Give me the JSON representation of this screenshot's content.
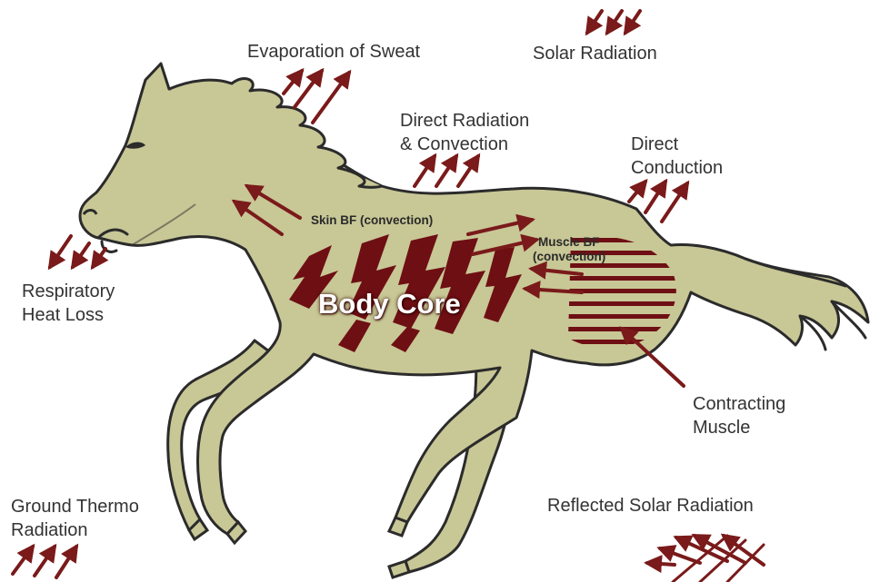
{
  "labels": {
    "evaporation": "Evaporation of Sweat",
    "solar": "Solar Radiation",
    "direct_radiation_1": "Direct Radiation",
    "direct_radiation_2": "& Convection",
    "direct_conduction_1": "Direct",
    "direct_conduction_2": "Conduction",
    "skin_bf": "Skin BF (convection)",
    "muscle_bf_1": "Muscle BF",
    "muscle_bf_2": "(convection)",
    "body_core": "Body Core",
    "respiratory_1": "Respiratory",
    "respiratory_2": "Heat Loss",
    "contracting_1": "Contracting",
    "contracting_2": "Muscle",
    "ground_1": "Ground Thermo",
    "ground_2": "Radiation",
    "reflected": "Reflected Solar Radiation"
  },
  "colors": {
    "horse_fill": "#c8c796",
    "outline": "#2b2b2b",
    "arrow": "#7a1a1a",
    "core_mark": "#6e0f14",
    "text": "#333333"
  }
}
